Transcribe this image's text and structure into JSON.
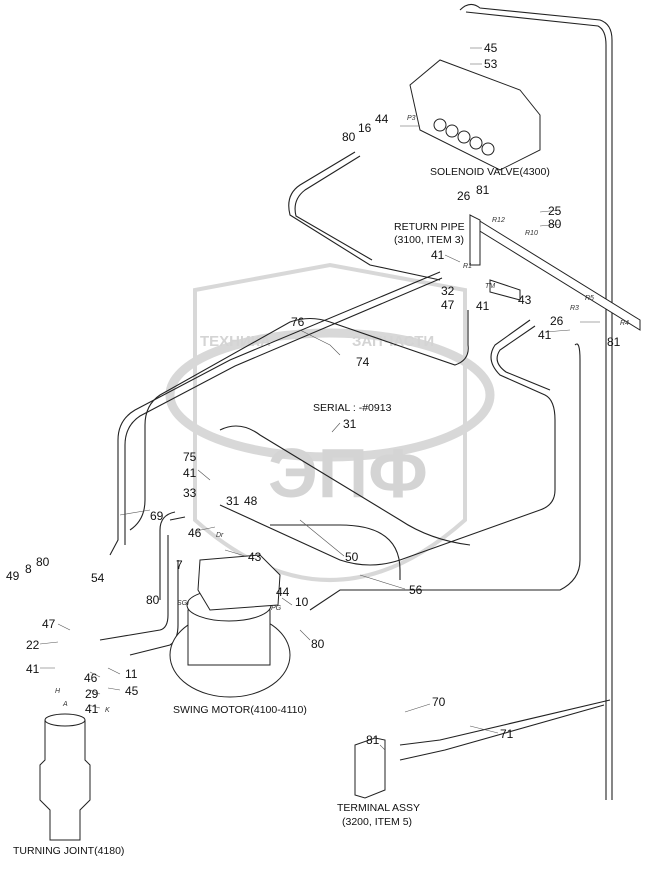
{
  "watermark": {
    "text_left": "ТЕХНИКА",
    "text_right": "ЗАПЧАСТИ",
    "logo": "ЭПФ"
  },
  "captions": {
    "solenoid_valve": "SOLENOID VALVE(4300)",
    "return_pipe_1": "RETURN PIPE",
    "return_pipe_2": "(3100, ITEM 3)",
    "serial": "SERIAL : -#0913",
    "swing_motor": "SWING MOTOR(4100-4110)",
    "terminal_1": "TERMINAL ASSY",
    "terminal_2": "(3200, ITEM 5)",
    "turning_joint": "TURNING JOINT(4180)"
  },
  "labels": [
    "45",
    "53",
    "80",
    "16",
    "44",
    "81",
    "26",
    "25",
    "80",
    "41",
    "32",
    "47",
    "41",
    "43",
    "26",
    "41",
    "81",
    "76",
    "74",
    "31",
    "75",
    "41",
    "33",
    "31",
    "48",
    "69",
    "46",
    "43",
    "50",
    "7",
    "56",
    "49",
    "8",
    "80",
    "54",
    "80",
    "44",
    "10",
    "80",
    "47",
    "22",
    "41",
    "46",
    "11",
    "29",
    "45",
    "41",
    "70",
    "71",
    "81"
  ],
  "port_marks": [
    "P3",
    "R12",
    "R10",
    "R1",
    "TM",
    "R3",
    "R4",
    "R5",
    "Dr",
    "SGI",
    "PG",
    "H",
    "A",
    "K"
  ]
}
